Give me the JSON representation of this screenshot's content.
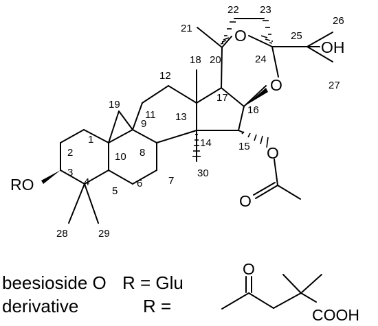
{
  "structure": {
    "atoms": {
      "O_ring_24": "O",
      "O_ring_16": "O",
      "O_acetate_15": "O",
      "O_carbonyl_acetate": "O",
      "OH_25": "OH",
      "RO_3": "RO"
    },
    "locants": {
      "c1": "1",
      "c2": "2",
      "c3": "3",
      "c4": "4",
      "c5": "5",
      "c6": "6",
      "c7": "7",
      "c8": "8",
      "c9": "9",
      "c10": "10",
      "c11": "11",
      "c12": "12",
      "c13": "13",
      "c14": "14",
      "c15": "15",
      "c16": "16",
      "c17": "17",
      "c18": "18",
      "c19": "19",
      "c20": "20",
      "c21": "21",
      "c22": "22",
      "c23": "23",
      "c24": "24",
      "c25": "25",
      "c26": "26",
      "c27": "27",
      "c28": "28",
      "c29": "29",
      "c30": "30"
    }
  },
  "legend": {
    "row1_name": "beesioside O",
    "row1_r": "R = Glu",
    "row2_name": "derivative",
    "row2_r": "R =",
    "side_chain_o": "O",
    "side_chain_cooh": "COOH"
  }
}
